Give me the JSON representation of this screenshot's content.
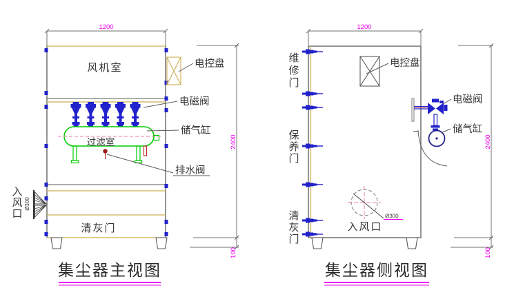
{
  "front_view": {
    "title": "集尘器主视图",
    "dims": {
      "width": "1200",
      "height": "2400",
      "leg": "100"
    },
    "labels": {
      "fan_room": "风机室",
      "control_panel": "电控盘",
      "solenoid_valve": "电磁阀",
      "air_tank": "储气缸",
      "filter_room": "过滤室",
      "drain_valve": "排水阀",
      "ash_door": "清灰门",
      "inlet_chars": [
        "入",
        "风",
        "口"
      ],
      "inlet_diameter": "Ø300"
    }
  },
  "side_view": {
    "title": "集尘器侧视图",
    "dims": {
      "width": "1200",
      "height": "2400",
      "leg": "100"
    },
    "labels": {
      "control_panel": "电控盘",
      "solenoid_valve": "电磁阀",
      "air_tank": "储气缸",
      "inlet": "入风口",
      "inlet_diameter": "Ø300",
      "maintenance_door_chars": [
        "维",
        "修",
        "门"
      ],
      "service_door_chars": [
        "保",
        "养",
        "门"
      ],
      "ash_door_chars": [
        "清",
        "灰",
        "门"
      ]
    }
  },
  "colors": {
    "dimension_magenta": "#EE00EE",
    "centerline_pink": "#E87DA8",
    "structure_yellow": "#CDAF55",
    "component_blue": "#2222CC",
    "tank_green": "#00CC00",
    "drain_red": "#9E1A1A",
    "line_gray": "#5A5A5A"
  }
}
